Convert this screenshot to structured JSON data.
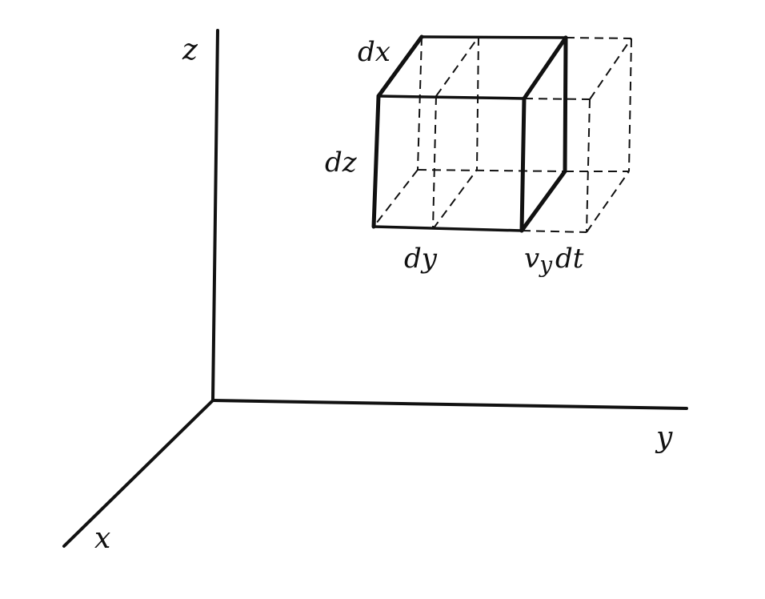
{
  "colors": {
    "ink": "#111111",
    "background": "#ffffff"
  },
  "axes": {
    "x": "x",
    "y": "y",
    "z": "z"
  },
  "element": {
    "dx": "dx",
    "dy": "dy",
    "dz": "dz",
    "displacement": "v",
    "displacement_sub": "y",
    "displacement_dt": "dt"
  }
}
